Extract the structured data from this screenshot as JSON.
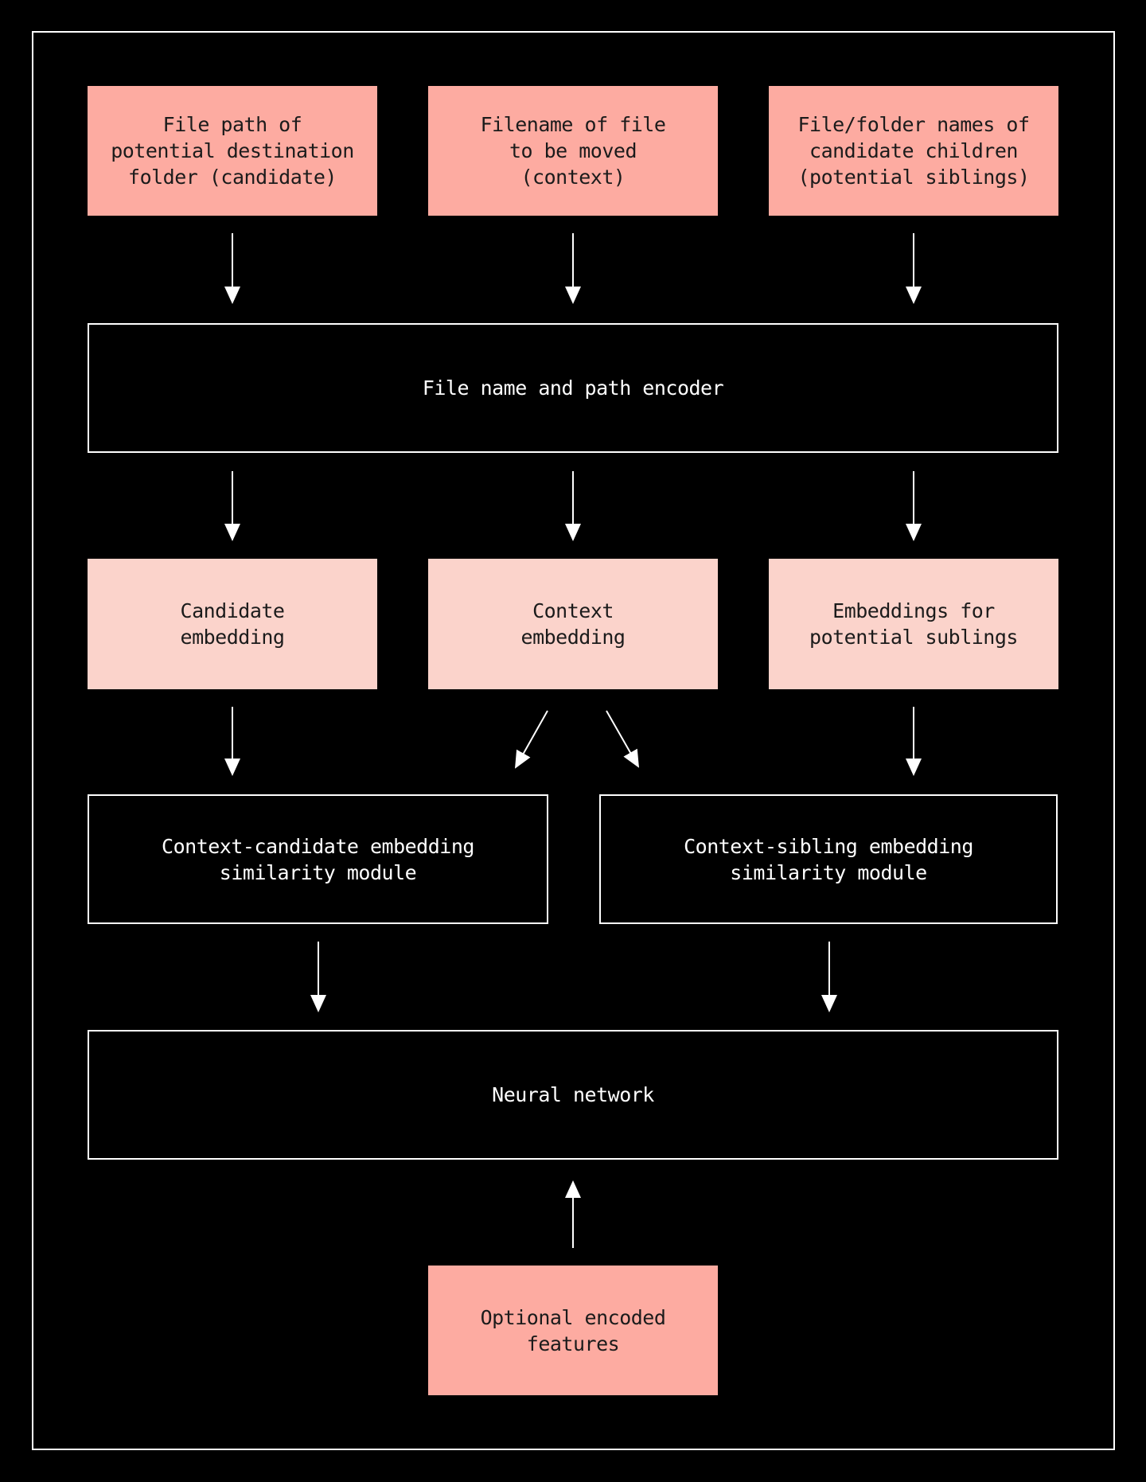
{
  "colors": {
    "background": "#000000",
    "box_salmon": "#FDABA1",
    "box_pink": "#FBD3CB",
    "outline": "#FFFFFF",
    "text_dark": "#1B1B1B",
    "text_light": "#FFFFFF"
  },
  "nodes": {
    "input_candidate_path": {
      "label": "File path of\npotential destination\nfolder (candidate)"
    },
    "input_filename": {
      "label": "Filename of file\nto be moved\n(context)"
    },
    "input_children": {
      "label": "File/folder names of\ncandidate children\n(potential siblings)"
    },
    "encoder": {
      "label": "File name and path encoder"
    },
    "candidate_embedding": {
      "label": "Candidate\nembedding"
    },
    "context_embedding": {
      "label": "Context\nembedding"
    },
    "sibling_embeddings": {
      "label": "Embeddings for\npotential sublings"
    },
    "context_candidate_module": {
      "label": "Context-candidate embedding\nsimilarity module"
    },
    "context_sibling_module": {
      "label": "Context-sibling embedding\nsimilarity module"
    },
    "neural_network": {
      "label": "Neural network"
    },
    "optional_features": {
      "label": "Optional encoded\nfeatures"
    }
  }
}
